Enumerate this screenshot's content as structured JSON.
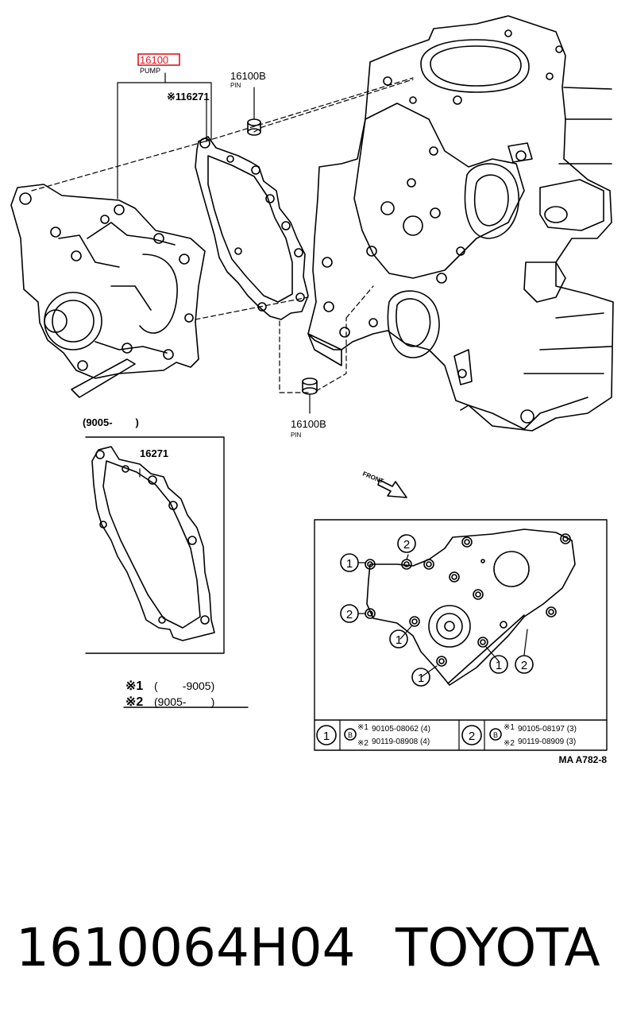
{
  "callouts": {
    "pump_number": "16100",
    "pump_label": "PUMP",
    "gasket_number": "※116271",
    "pin_top_number": "16100B",
    "pin_top_label": "PIN",
    "pin_bottom_number": "16100B",
    "pin_bottom_label": "PIN",
    "front_label": "FRONT"
  },
  "inset_gasket": {
    "date_range": "(9005-        )",
    "part_number": "16271"
  },
  "legend_notes": {
    "note1_mark": "※1",
    "note1_text": "(        -9005)",
    "note2_mark": "※2",
    "note2_text": "(9005-        )"
  },
  "bolt_diagram": {
    "markers": [
      "1",
      "2"
    ],
    "table": {
      "group1": {
        "id": "1",
        "bolt_symbol": "B",
        "line1_mark": "※1",
        "line1_part": "90105-08062 (4)",
        "line2_mark": "※2",
        "line2_part": "90119-08908 (4)"
      },
      "group2": {
        "id": "2",
        "bolt_symbol": "B",
        "line1_mark": "※1",
        "line1_part": "90105-08197 (3)",
        "line2_mark": "※2",
        "line2_part": "90119-08909 (3)"
      }
    }
  },
  "figure_code": "MA A782-8",
  "footer": {
    "part_number": "1610064H04",
    "brand": "TOYOTA"
  },
  "colors": {
    "line": "#000000",
    "highlight": "#e0141e",
    "background": "#ffffff"
  }
}
